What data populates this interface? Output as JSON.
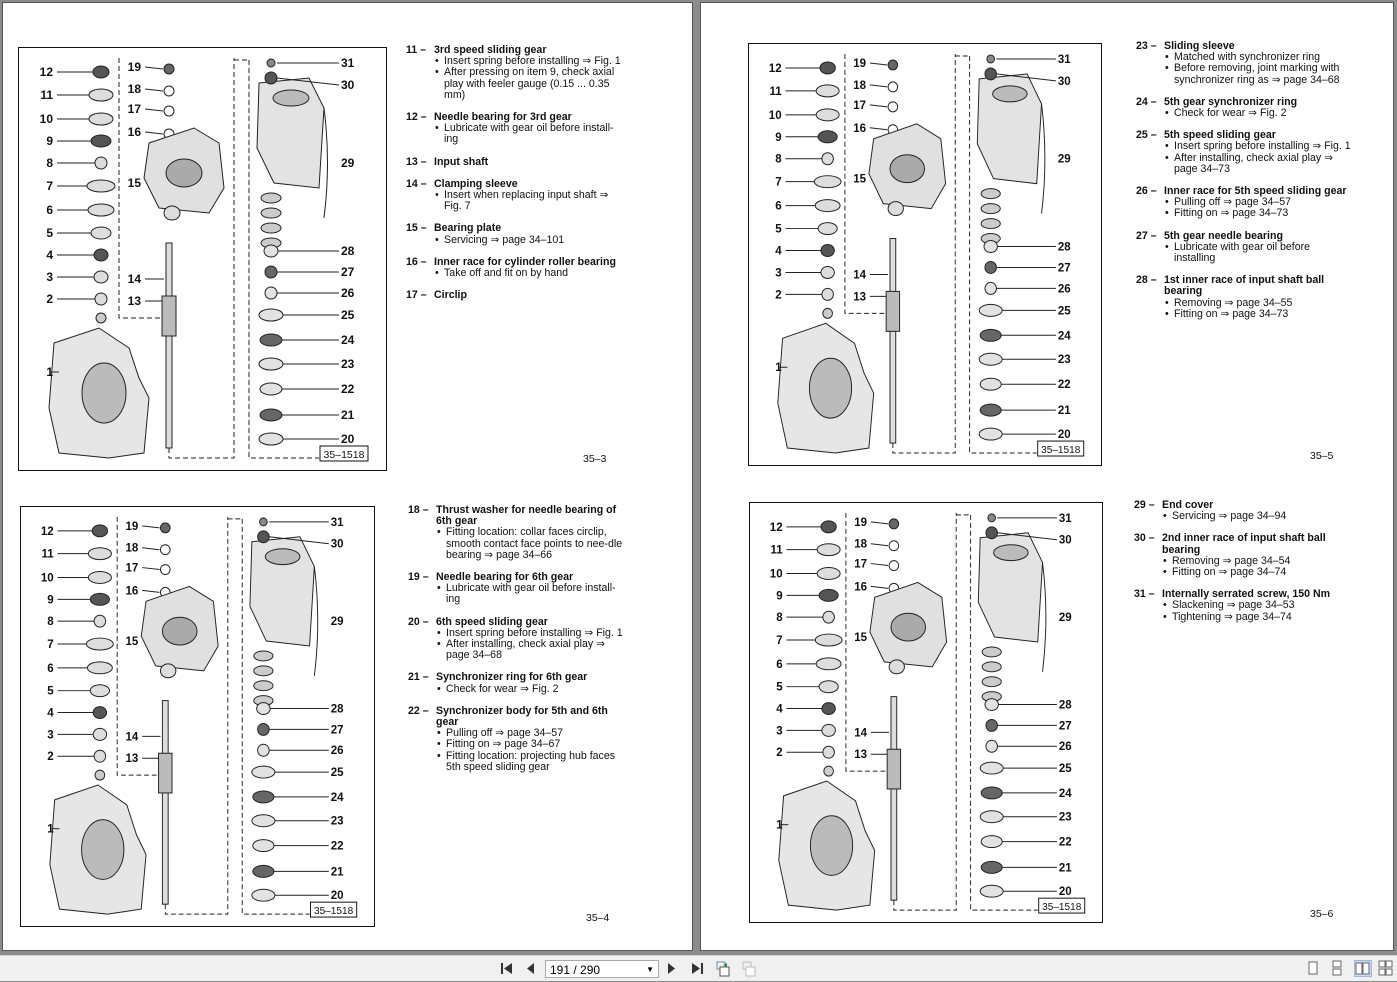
{
  "figure": {
    "label": "35–1518",
    "callouts": [
      "1",
      "2",
      "3",
      "4",
      "5",
      "6",
      "7",
      "8",
      "9",
      "10",
      "11",
      "12",
      "13",
      "14",
      "15",
      "16",
      "17",
      "18",
      "19",
      "20",
      "21",
      "22",
      "23",
      "24",
      "25",
      "26",
      "27",
      "28",
      "29",
      "30",
      "31"
    ]
  },
  "pages": [
    {
      "page_number": "35–3",
      "items": [
        {
          "num": "11 –",
          "title": "3rd speed sliding gear",
          "bullets": [
            "Insert spring before installing ⇒ Fig. 1",
            "After pressing on item 9, check axial play with feeler gauge (0.15 ... 0.35 mm)"
          ]
        },
        {
          "num": "12 –",
          "title": "Needle bearing for 3rd gear",
          "bullets": [
            "Lubricate with gear oil before install-ing"
          ]
        },
        {
          "num": "13 –",
          "title": "Input shaft",
          "bullets": []
        },
        {
          "num": "14 –",
          "title": "Clamping sleeve",
          "bullets": [
            "Insert when replacing input shaft ⇒ Fig. 7"
          ]
        },
        {
          "num": "15 –",
          "title": "Bearing plate",
          "bullets": [
            "Servicing ⇒ page 34–101"
          ]
        },
        {
          "num": "16 –",
          "title": "Inner race for cylinder roller bearing",
          "bullets": [
            "Take off and fit on by hand"
          ]
        },
        {
          "num": "17 –",
          "title": "Circlip",
          "bullets": []
        }
      ]
    },
    {
      "page_number": "35–4",
      "items": [
        {
          "num": "18 –",
          "title": "Thrust washer for needle bearing of 6th gear",
          "bullets": [
            "Fitting location: collar faces circlip, smooth contact face points to nee-dle bearing ⇒ page 34–66"
          ]
        },
        {
          "num": "19 –",
          "title": "Needle bearing for 6th gear",
          "bullets": [
            "Lubricate with gear oil before install-ing"
          ]
        },
        {
          "num": "20 –",
          "title": "6th speed sliding gear",
          "bullets": [
            "Insert spring before installing ⇒ Fig. 1",
            "After installing, check axial play ⇒ page 34–68"
          ]
        },
        {
          "num": "21 –",
          "title": "Synchronizer ring for 6th gear",
          "bullets": [
            "Check for wear ⇒ Fig. 2"
          ]
        },
        {
          "num": "22 –",
          "title": "Synchronizer body for 5th and 6th gear",
          "bullets": [
            "Pulling off ⇒ page 34–57",
            "Fitting on ⇒ page 34–67",
            "Fitting location: projecting hub faces 5th speed sliding gear"
          ]
        }
      ]
    },
    {
      "page_number": "35–5",
      "items": [
        {
          "num": "23 –",
          "title": "Sliding sleeve",
          "bullets": [
            "Matched with synchronizer ring",
            "Before removing, joint marking with synchronizer ring as ⇒ page 34–68"
          ]
        },
        {
          "num": "24 –",
          "title": "5th gear synchronizer ring",
          "bullets": [
            "Check for wear ⇒ Fig. 2"
          ]
        },
        {
          "num": "25 –",
          "title": "5th speed sliding gear",
          "bullets": [
            "Insert spring before installing ⇒ Fig. 1",
            "After installing, check axial play ⇒ page 34–73"
          ]
        },
        {
          "num": "26 –",
          "title": "Inner race for 5th speed sliding gear",
          "bullets": [
            "Pulling off ⇒ page 34–57",
            "Fitting on ⇒ page 34–73"
          ]
        },
        {
          "num": "27 –",
          "title": "5th gear needle bearing",
          "bullets": [
            "Lubricate with gear oil before installing"
          ]
        },
        {
          "num": "28 –",
          "title": "1st inner race of input shaft ball bearing",
          "bullets": [
            "Removing ⇒ page 34–55",
            "Fitting on ⇒ page 34–73"
          ]
        }
      ]
    },
    {
      "page_number": "35–6",
      "items": [
        {
          "num": "29 –",
          "title": "End cover",
          "bullets": [
            "Servicing ⇒ page 34–94"
          ]
        },
        {
          "num": "30 –",
          "title": "2nd inner race of input shaft ball bearing",
          "bullets": [
            "Removing ⇒ page 34–54",
            "Fitting on ⇒ page 34–74"
          ]
        },
        {
          "num": "31 –",
          "title": "Internally serrated screw, 150 Nm",
          "bullets": [
            "Slackening ⇒ page 34–53",
            "Tightening ⇒ page 34–74"
          ]
        }
      ]
    }
  ],
  "toolbar": {
    "page_indicator": "191 / 290",
    "first_icon": "first-page-icon",
    "prev_icon": "previous-page-icon",
    "next_icon": "next-page-icon",
    "last_icon": "last-page-icon",
    "selected_view": "two-page"
  }
}
